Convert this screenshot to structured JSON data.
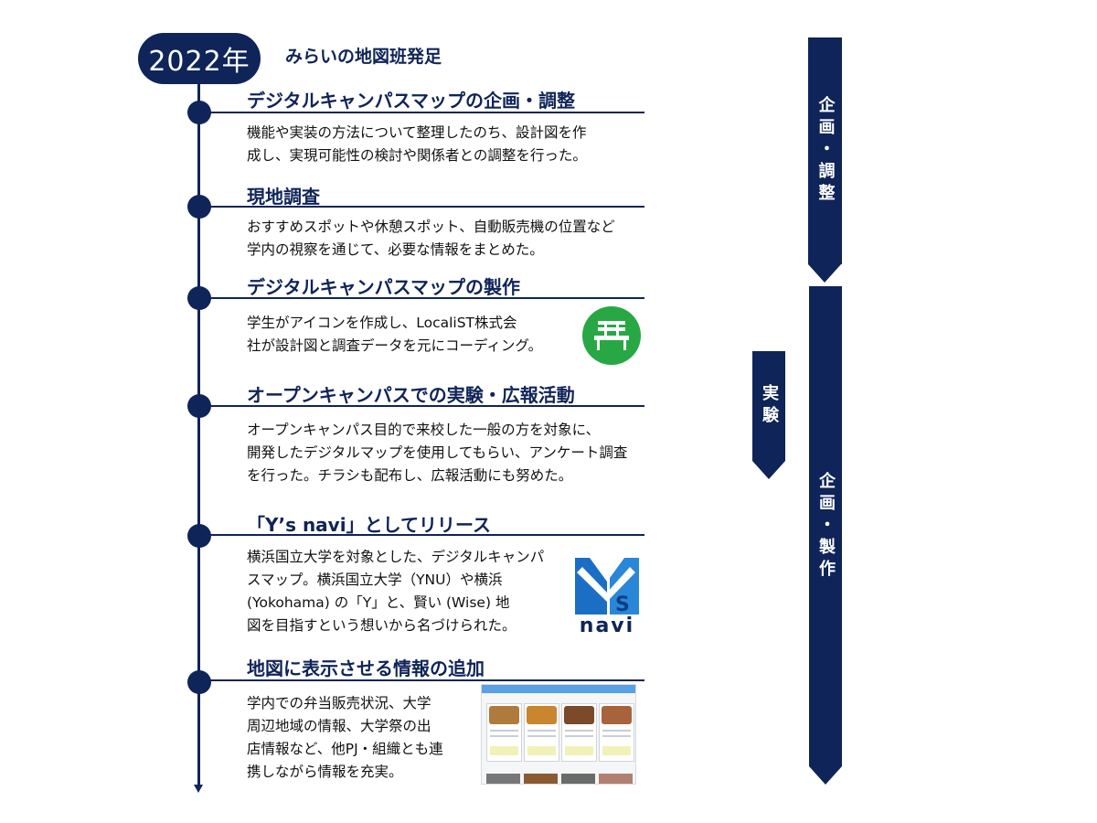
{
  "header": {
    "year": "2022年",
    "caption": "みらいの地図班発足"
  },
  "timeline": [
    {
      "title": "デジタルキャンパスマップの企画・調整",
      "body": [
        "機能や実装の方法について整理したのち、設計図を作",
        "成し、実現可能性の検討や関係者との調整を行った。"
      ]
    },
    {
      "title": "現地調査",
      "body": [
        "おすすめスポットや休憩スポット、自動販売機の位置など",
        "学内の視察を通じて、必要な情報をまとめた。"
      ]
    },
    {
      "title": "デジタルキャンパスマップの製作",
      "body": [
        "学生がアイコンを作成し、LocaliST株式会",
        "社が設計図と調査データを元にコーディング。"
      ]
    },
    {
      "title": "オープンキャンパスでの実験・広報活動",
      "body": [
        "オープンキャンパス目的で来校した一般の方を対象に、",
        "開発したデジタルマップを使用してもらい、アンケート調査",
        "を行った。チラシも配布し、広報活動にも努めた。"
      ]
    },
    {
      "title": "「Y’s navi」としてリリース",
      "body": [
        "横浜国立大学を対象とした、デジタルキャンパ",
        "スマップ。横浜国立大学（YNU）や横浜",
        "(Yokohama) の「Y」と、賢い (Wise) 地",
        "図を目指すという想いから名づけられた。"
      ]
    },
    {
      "title": "地図に表示させる情報の追加",
      "body": [
        "学内での弁当販売状況、大学",
        "周辺地域の情報、大学祭の出",
        "店情報など、他PJ・組織とも連",
        "携しながら情報を充実。"
      ]
    }
  ],
  "logo": {
    "text": "navi"
  },
  "phases": {
    "planning": "企画・調整",
    "experiment": "実験",
    "production": "企画・製作"
  },
  "icons": {
    "bench": "bench-icon",
    "logo": "ys-navi-logo-icon"
  },
  "colors": {
    "navy": "#0f2458",
    "green": "#27a844",
    "logo_blue": "#1a6fc4"
  }
}
